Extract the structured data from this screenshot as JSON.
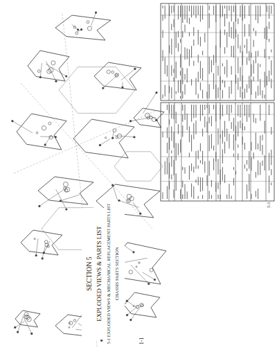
{
  "diagram": {
    "labels": [
      "SECTION 5",
      "EXPLODED VIEWS & PARTS LIST",
      "5-1 EXPLODED VIEWS & MECHANICAL REPLACEMENT PARTS LIST",
      "CHASSIS PARTS SECTION",
      "1-1",
      "5-3"
    ]
  }
}
